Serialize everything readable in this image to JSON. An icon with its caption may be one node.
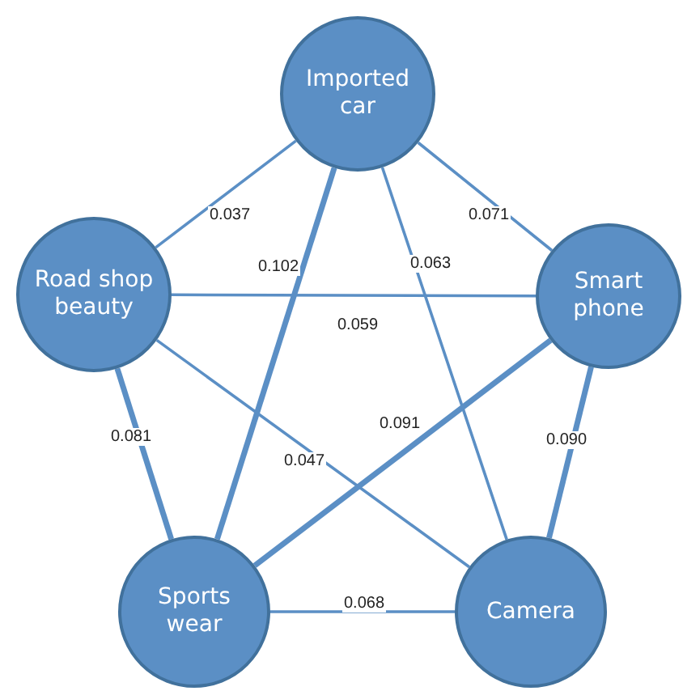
{
  "diagram": {
    "nodes": [
      {
        "text": [
          "Imported car"
        ]
      },
      {
        "text": [
          "Road shop beauty"
        ]
      },
      {
        "text": [
          "Smart phone"
        ]
      },
      {
        "text": [
          "Sports wear"
        ]
      },
      {
        "text": [
          "Camera"
        ]
      }
    ],
    "edges": [
      {
        "from": 0,
        "to": 1,
        "arrow": "none",
        "label": "0.037"
      },
      {
        "from": 0,
        "to": 3,
        "arrow": "none",
        "label": "0.102",
        "style": "thick"
      },
      {
        "from": 0,
        "to": 4,
        "arrow": "none",
        "label": "0.063"
      },
      {
        "from": 0,
        "to": 2,
        "arrow": "none",
        "label": "0.071"
      },
      {
        "from": 1,
        "to": 2,
        "arrow": "none",
        "label": "0.059"
      },
      {
        "from": 1,
        "to": 3,
        "arrow": "none",
        "label": "0.081",
        "style": "thick"
      },
      {
        "from": 1,
        "to": 4,
        "arrow": "none",
        "label": "0.047"
      },
      {
        "from": 2,
        "to": 3,
        "arrow": "none",
        "label": "0.091",
        "style": "thick"
      },
      {
        "from": 2,
        "to": 4,
        "arrow": "none",
        "label": "0.090",
        "style": "thick"
      },
      {
        "from": 3,
        "to": 4,
        "arrow": "none",
        "label": "0.068"
      }
    ]
  }
}
